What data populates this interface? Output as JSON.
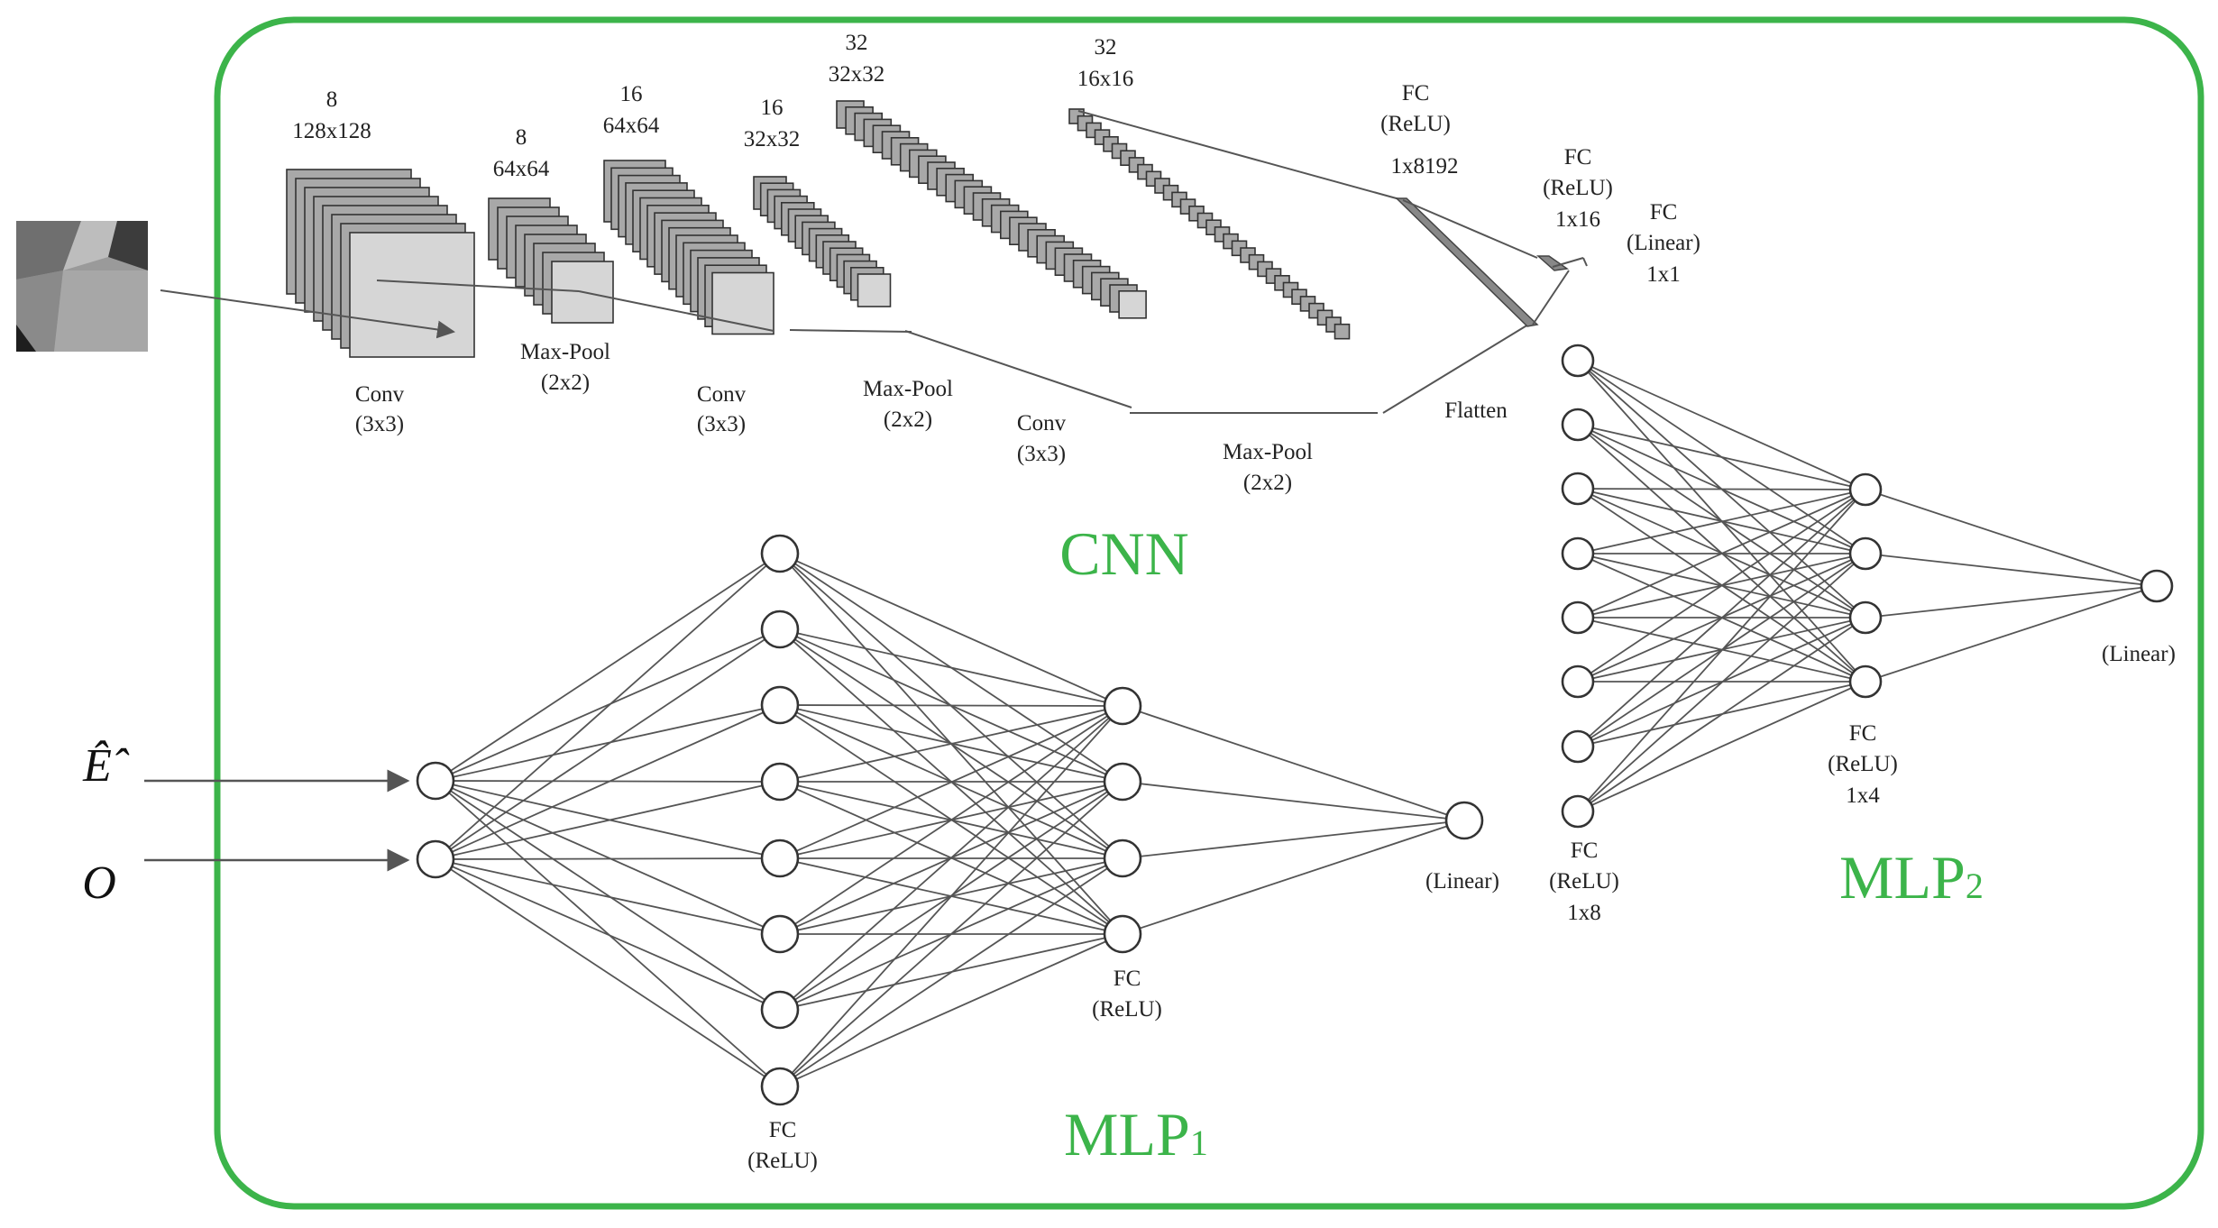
{
  "cnn": {
    "title": "CNN",
    "layers": [
      {
        "channels": "8",
        "size": "128x128",
        "op_l1": "Conv",
        "op_l2": "(3x3)"
      },
      {
        "channels": "8",
        "size": "64x64",
        "op_l1": "Max-Pool",
        "op_l2": "(2x2)"
      },
      {
        "channels": "16",
        "size": "64x64",
        "op_l1": "Conv",
        "op_l2": "(3x3)"
      },
      {
        "channels": "16",
        "size": "32x32",
        "op_l1": "Max-Pool",
        "op_l2": "(2x2)"
      },
      {
        "channels": "32",
        "size": "32x32",
        "op_l1": "Conv",
        "op_l2": "(3x3)"
      },
      {
        "channels": "32",
        "size": "16x16",
        "op_l1": "Max-Pool",
        "op_l2": "(2x2)"
      }
    ],
    "flatten_label": "Flatten",
    "fc1": {
      "l1": "FC",
      "l2": "(ReLU)",
      "l3": "1x8192"
    },
    "fc2": {
      "l1": "FC",
      "l2": "(ReLU)",
      "l3": "1x16"
    },
    "fc3": {
      "l1": "FC",
      "l2": "(Linear)",
      "l3": "1x1"
    }
  },
  "mlp1": {
    "title_main": "MLP",
    "title_sub": "1",
    "input_symbol_1": "Ê̂",
    "input_symbol_2": "O",
    "hidden1_l1": "FC",
    "hidden1_l2": "(ReLU)",
    "hidden2_l1": "FC",
    "hidden2_l2": "(ReLU)",
    "output_label": "(Linear)"
  },
  "mlp2": {
    "title_main": "MLP",
    "title_sub": "2",
    "hidden1_l1": "FC",
    "hidden1_l2": "(ReLU)",
    "hidden1_l3": "1x8",
    "hidden2_l1": "FC",
    "hidden2_l2": "(ReLU)",
    "hidden2_l3": "1x4",
    "output_label": "(Linear)"
  },
  "colors": {
    "frame": "#3cb44a",
    "title": "#3cb44a",
    "neuron_stroke": "#333333",
    "edge": "#555555",
    "layer_fill": "#a8a8a8",
    "layer_front_fill": "#d6d6d6"
  }
}
